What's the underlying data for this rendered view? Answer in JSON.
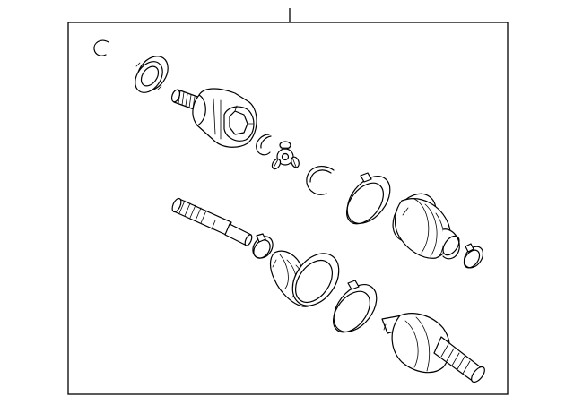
{
  "diagram": {
    "type": "exploded-parts-diagram",
    "subject": "cv-axle-shaft-assembly",
    "callout_label": "",
    "colors": {
      "line": "#000000",
      "background": "#ffffff"
    },
    "parts": [
      {
        "id": "snap-ring-small",
        "icon": "c-clip-icon"
      },
      {
        "id": "dust-seal",
        "icon": "ring-seal-icon"
      },
      {
        "id": "inner-joint-housing",
        "icon": "tripod-housing-icon"
      },
      {
        "id": "spider-clip",
        "icon": "c-clip-icon"
      },
      {
        "id": "tripod-spider",
        "icon": "tripod-icon"
      },
      {
        "id": "snap-ring-large",
        "icon": "c-clip-icon"
      },
      {
        "id": "boot-clamp-large-inner",
        "icon": "band-clamp-icon"
      },
      {
        "id": "inner-boot",
        "icon": "bellows-boot-icon"
      },
      {
        "id": "boot-clamp-small-inner",
        "icon": "band-clamp-icon"
      },
      {
        "id": "axle-shaft",
        "icon": "splined-shaft-icon"
      },
      {
        "id": "boot-clamp-small-outer",
        "icon": "band-clamp-icon"
      },
      {
        "id": "outer-boot",
        "icon": "bellows-boot-icon"
      },
      {
        "id": "boot-clamp-large-outer",
        "icon": "band-clamp-icon"
      },
      {
        "id": "outer-cv-joint",
        "icon": "cv-joint-icon"
      }
    ]
  }
}
